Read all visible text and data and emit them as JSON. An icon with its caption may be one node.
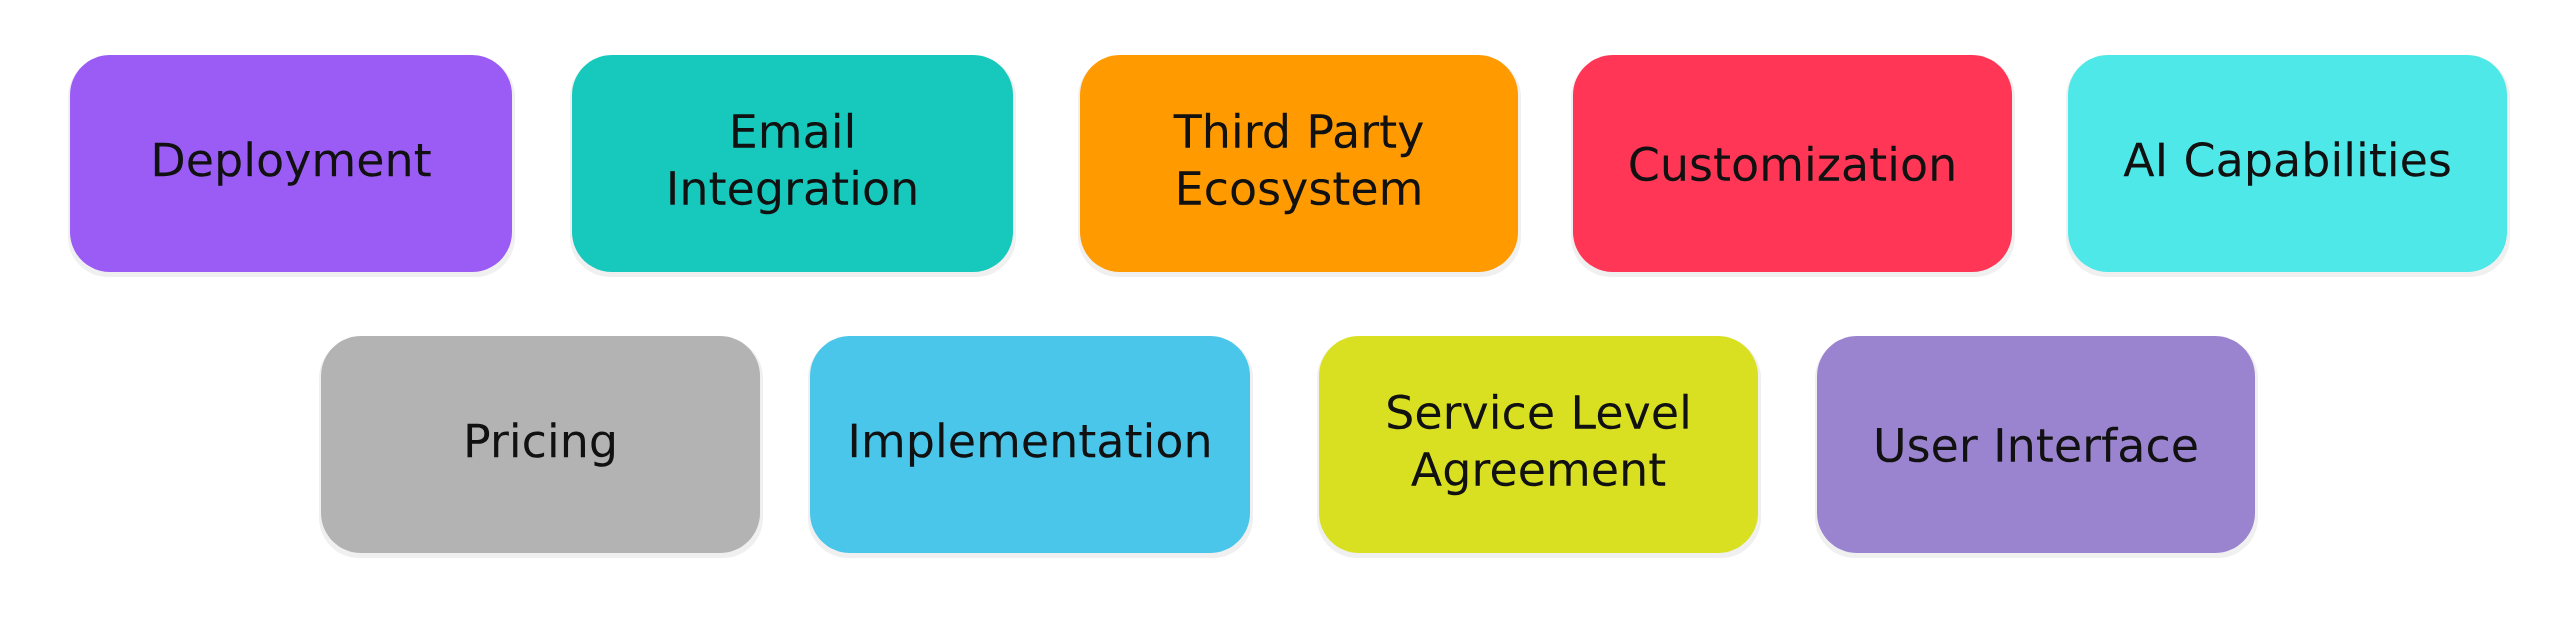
{
  "diagram": {
    "nodes": [
      {
        "text": [
          "Deployment"
        ]
      },
      {
        "text": [
          "Email Integration"
        ]
      },
      {
        "text": [
          "Third Party Ecosystem"
        ]
      },
      {
        "text": [
          "Customization"
        ]
      },
      {
        "text": [
          "AI Capabilities"
        ]
      },
      {
        "text": [
          "Pricing"
        ]
      },
      {
        "text": [
          "Implementation"
        ]
      },
      {
        "text": [
          "Service Level Agreement"
        ]
      },
      {
        "text": [
          "User Interface"
        ]
      }
    ]
  }
}
